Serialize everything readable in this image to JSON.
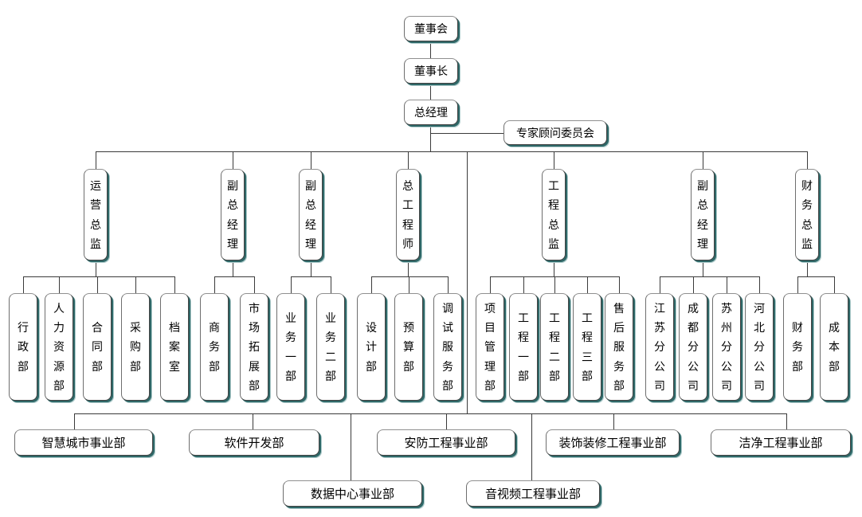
{
  "colors": {
    "background": "#ffffff",
    "box_fill": "#ffffff",
    "box_border": "#424242",
    "shadow_dark": "#2f6868",
    "shadow_light": "#b0cdcd",
    "connector": "#3a3a3a",
    "text": "#000000"
  },
  "org": {
    "board": "董事会",
    "chairman": "董事长",
    "general_manager": "总经理",
    "advisory_committee": "专家顾问委员会",
    "executives": [
      {
        "label": "运营总监",
        "departments": [
          "行政部",
          "人力资源部",
          "合同部",
          "采购部",
          "档案室"
        ]
      },
      {
        "label": "副总经理",
        "departments": [
          "商务部",
          "市场拓展部"
        ]
      },
      {
        "label": "副总经理",
        "departments": [
          "业务一部",
          "业务二部"
        ]
      },
      {
        "label": "总工程师",
        "departments": [
          "设计部",
          "预算部",
          "调试服务部"
        ]
      },
      {
        "label": "工程总监",
        "departments": [
          "项目管理部",
          "工程一部",
          "工程二部",
          "工程三部",
          "售后服务部"
        ]
      },
      {
        "label": "副总经理",
        "departments": [
          "江苏分公司",
          "成都分公司",
          "苏州分公司",
          "河北分公司"
        ]
      },
      {
        "label": "财务总监",
        "departments": [
          "财务部",
          "成本部"
        ]
      }
    ],
    "business_units": [
      "智慧城市事业部",
      "软件开发部",
      "安防工程事业部",
      "装饰装修工程事业部",
      "洁净工程事业部",
      "数据中心事业部",
      "音视频工程事业部"
    ]
  }
}
